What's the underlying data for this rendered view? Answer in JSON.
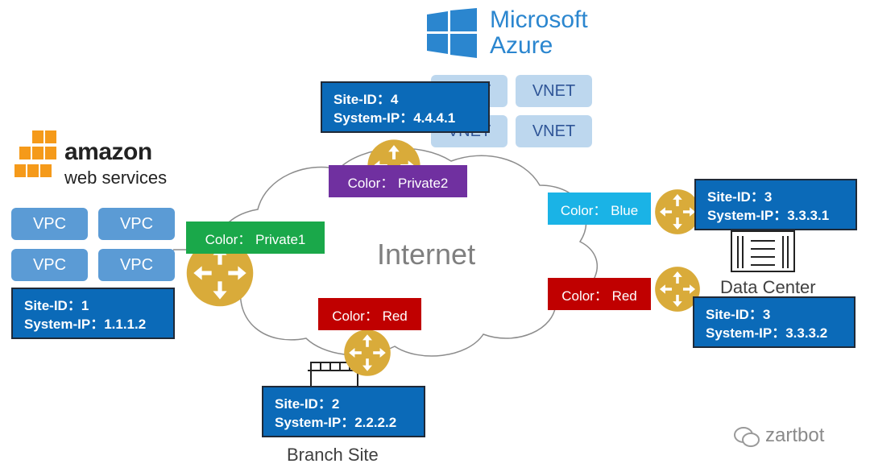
{
  "colors": {
    "site_box": "#0b6ab8",
    "vpc": "#5b9bd5",
    "vnet_fill": "#bdd7ee",
    "router": "#d9ab3a",
    "private1": "#1aa84a",
    "private2": "#7030a0",
    "blue": "#1ab3e6",
    "red": "#c00000",
    "azure_blue": "#2b86cf",
    "aws_orange": "#f59a1a"
  },
  "azure": {
    "line1": "Microsoft",
    "line2": "Azure"
  },
  "aws": {
    "line1": "amazon",
    "line2": "web services"
  },
  "aws_vpcs": [
    "VPC",
    "VPC",
    "VPC",
    "VPC"
  ],
  "azure_vnets": [
    "VNET",
    "VNET",
    "VNET",
    "VNET"
  ],
  "cloud_label": "Internet",
  "sites": {
    "aws": {
      "site_id": "Site-ID：1",
      "system_ip": "System-IP：1.1.1.2"
    },
    "azure": {
      "site_id": "Site-ID：4",
      "system_ip": "System-IP：4.4.4.1"
    },
    "dc_top": {
      "site_id": "Site-ID：3",
      "system_ip": "System-IP：3.3.3.1"
    },
    "dc_bottom": {
      "site_id": "Site-ID：3",
      "system_ip": "System-IP：3.3.3.2"
    },
    "branch": {
      "site_id": "Site-ID：2",
      "system_ip": "System-IP：2.2.2.2"
    }
  },
  "color_labels": {
    "private1": "Color： Private1",
    "private2": "Color： Private2",
    "blue": "Color： Blue",
    "red_dc": "Color： Red",
    "red_branch": "Color： Red"
  },
  "captions": {
    "data_center": "Data Center",
    "branch_site": "Branch Site"
  },
  "watermark": "zartbot"
}
